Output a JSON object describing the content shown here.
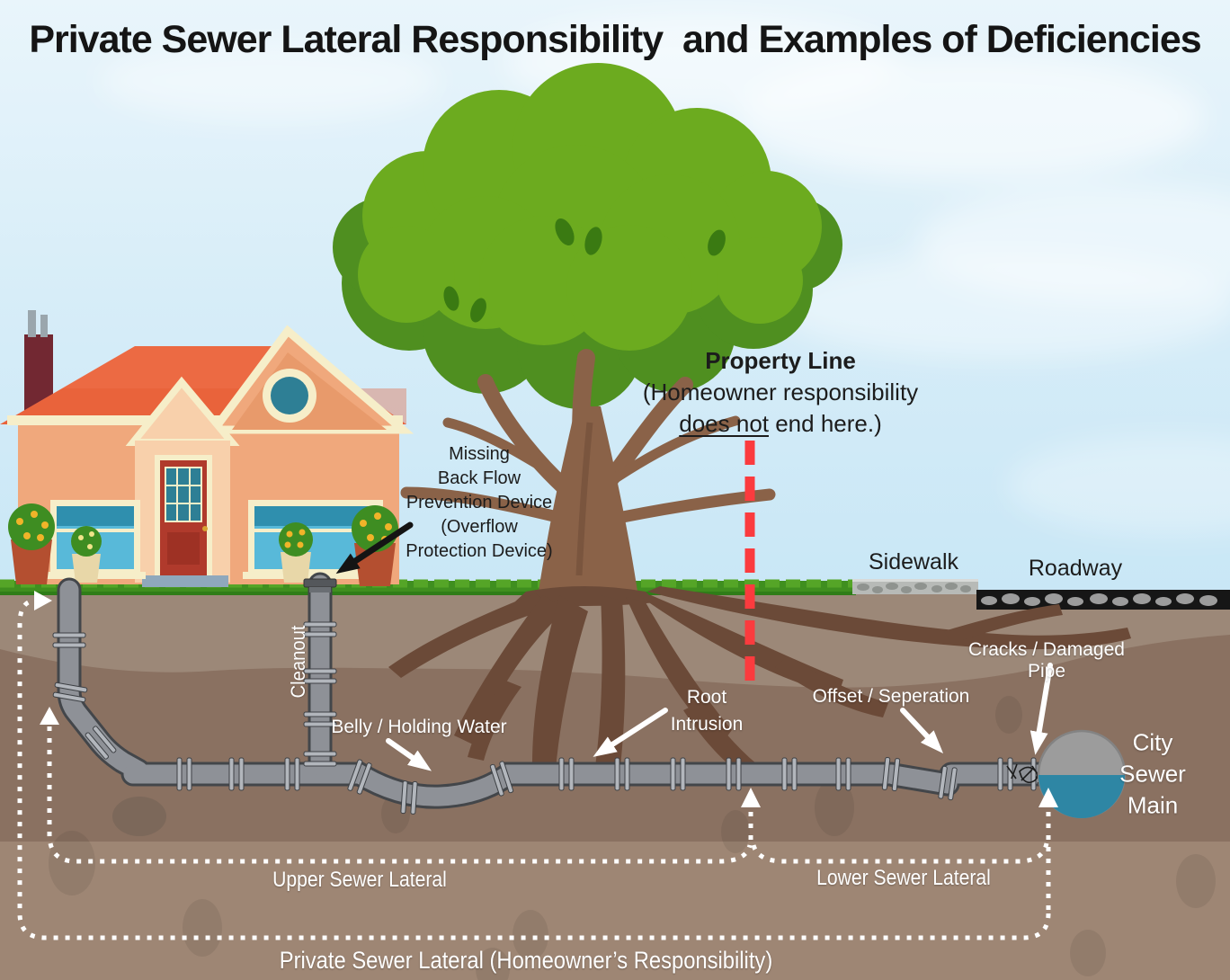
{
  "title": "Private Sewer Lateral Responsibility  and Examples of Deficiencies",
  "property_line": {
    "title": "Property Line",
    "sub1": "(Homeowner responsibility",
    "sub2_underlined": "does not",
    "sub2_rest": " end here.)"
  },
  "surface_labels": {
    "missing_backflow": "Missing\nBack Flow\nPrevention Device\n(Overflow\nProtection Device)",
    "sidewalk": "Sidewalk",
    "roadway": "Roadway"
  },
  "underground_labels": {
    "cleanout": "Cleanout",
    "belly": "Belly / Holding Water",
    "root_intrusion": "Root\nIntrusion",
    "offset": "Offset / Seperation",
    "cracks": "Cracks / Damaged Pipe",
    "city_sewer_main": "City\nSewer\nMain"
  },
  "lateral_labels": {
    "upper": "Upper Sewer Lateral",
    "lower": "Lower Sewer Lateral",
    "private": "Private Sewer Lateral (Homeowner’s Responsibility)"
  },
  "colors": {
    "sky_blue": "#cde8f6",
    "grass_green": "#3f8f1f",
    "soil_base": "#8a7161",
    "soil_light_top": "#9c8878",
    "soil_light_bottom": "#9e8674",
    "pipe_gray": "#8e9197",
    "pipe_outline": "#43464a",
    "property_line_red": "#fb3b3e",
    "sewer_water_teal": "#2e86a4",
    "sewer_main_gray": "#9c9c9c",
    "roof_orange": "#ec6a43",
    "house_peach": "#f0a87c",
    "tree_green_light": "#6cab1f",
    "tree_green_dark": "#4f8f20",
    "root_brown": "#6b4a38",
    "label_white": "#ffffff",
    "label_black": "#1c1c1c"
  }
}
